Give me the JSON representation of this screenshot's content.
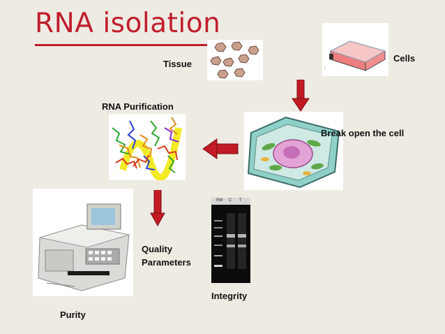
{
  "title": "RNA isolation",
  "labels": {
    "tissue": "Tissue",
    "cells": "Cells",
    "rna_purification": "RNA Purification",
    "break_open": "Break open the cell",
    "quality_line1": "Quality",
    "quality_line2": "Parameters",
    "integrity": "Integrity",
    "purity": "Purity"
  },
  "gel_lanes": [
    "RM",
    "C",
    "T"
  ],
  "colors": {
    "title": "#c01e2e",
    "arrow": "#c21b25",
    "background": "#eeebe3"
  }
}
